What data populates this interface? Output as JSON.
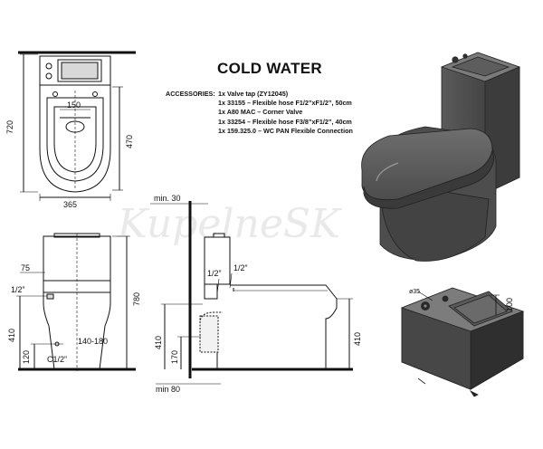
{
  "title": "COLD WATER",
  "accessories": {
    "label": "ACCESSORIES:",
    "items": [
      "1x Valve tap (ZY12045)",
      "1x 33155 – Flexible hose F1/2”xF1/2”, 50cm",
      "1x A80 MAC – Corner Valve",
      "1x 33254 – Flexible hose F3/8”xF1/2”, 40cm",
      "1x 159.325.0 – WC PAN Flexible Connection"
    ]
  },
  "watermark": "KupelneSK",
  "top_view": {
    "height": "720",
    "bowl_height": "470",
    "width": "365",
    "offset": "150"
  },
  "front_view": {
    "height": "780",
    "inlet_height": "410",
    "offset": "75",
    "thread": "1/2”",
    "outlet_height": "120",
    "outlet_thread": "C1/2”",
    "outlet_range": "140-180"
  },
  "side_view": {
    "wall_min": "min. 30",
    "thread_a": "1/2”",
    "thread_b": "1/2”",
    "height": "410",
    "pipe_center": "170",
    "min_bottom": "min 80",
    "right_height": "410"
  },
  "tank_detail": {
    "side": "100",
    "small": "ø35"
  },
  "colors": {
    "line": "#111111",
    "body_dark": "#4a4a4a",
    "body_mid": "#6b6b6b",
    "body_light": "#8c8c8c",
    "watermark": "#e9e9e9"
  }
}
